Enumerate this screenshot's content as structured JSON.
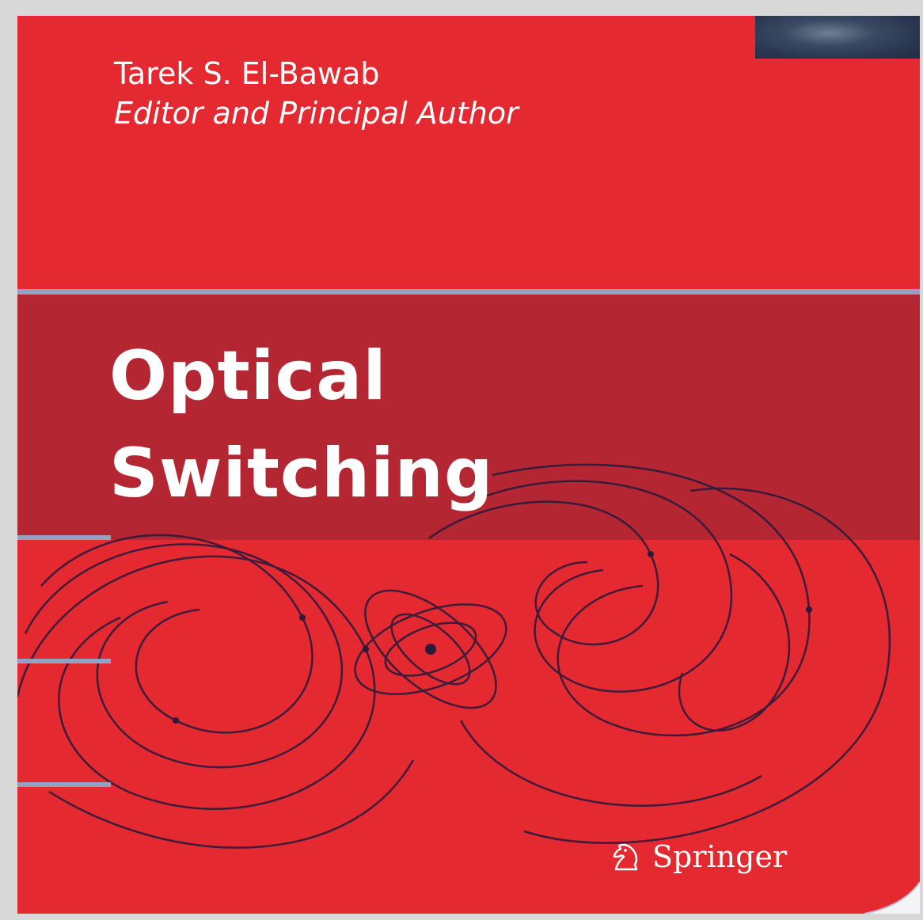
{
  "cover": {
    "author": "Tarek S. El-Bawab",
    "role": "Editor and Principal Author",
    "title_line_1": "Optical",
    "title_line_2": "Switching",
    "publisher": "Springer"
  },
  "colors": {
    "cover_red": "#e42a30",
    "title_band": "#b52633",
    "rule_blue": "#93a1c2",
    "text": "#ffffff",
    "field_lines": "#2b1a3a"
  },
  "icons": {
    "publisher_logo": "springer-knight-icon"
  }
}
